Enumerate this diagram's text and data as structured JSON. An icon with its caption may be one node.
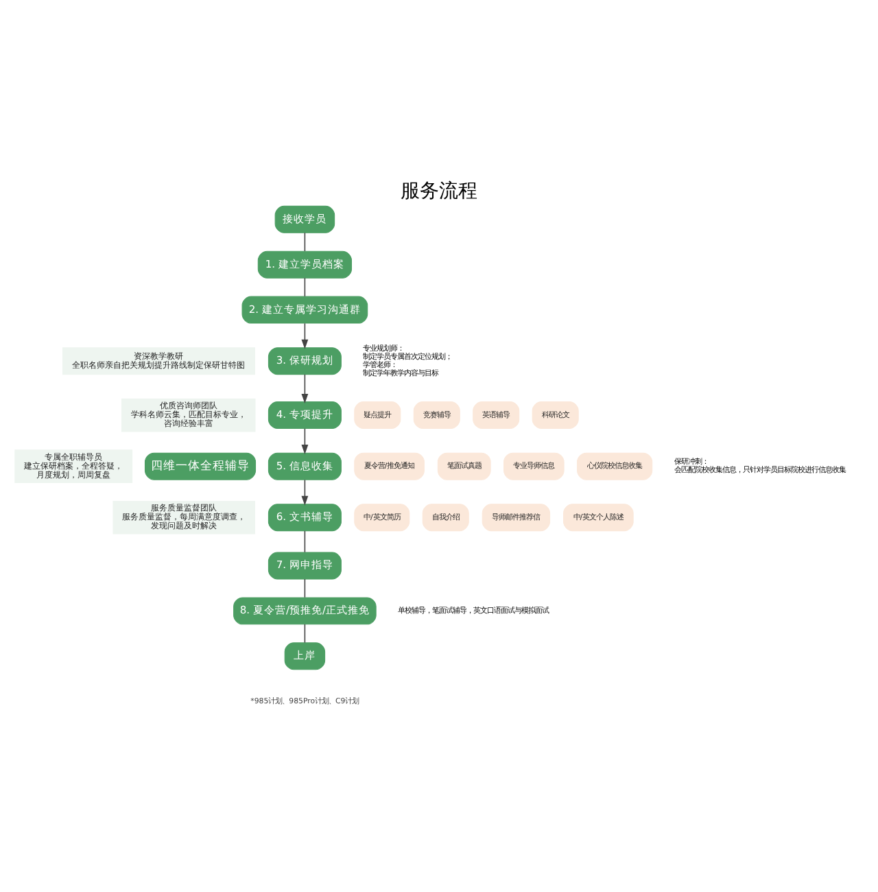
{
  "diagram": {
    "title": "服务流程",
    "nodes": [
      {
        "text": [
          "接收学员"
        ]
      },
      {
        "text": [
          "1. 建立学员档案"
        ]
      },
      {
        "text": [
          "2. 建立专属学习沟通群"
        ]
      },
      {
        "text": [
          "3. 保研规划"
        ],
        "beside": [
          "专业规划师：",
          "制定学员专属首次定位规划；",
          "学管老师：",
          "制定学年教学内容与目标"
        ]
      },
      {
        "text": [
          "疑点提升"
        ]
      },
      {
        "text": [
          "竞赛辅导"
        ]
      },
      {
        "text": [
          "英语辅导"
        ]
      },
      {
        "text": [
          "科研论文"
        ]
      },
      {
        "text": [
          "4. 专项提升"
        ]
      },
      {
        "text": [
          "夏令营/推免通知"
        ]
      },
      {
        "text": [
          "笔面试真题"
        ]
      },
      {
        "text": [
          "专业导师信息"
        ]
      },
      {
        "text": [
          "心仪院校信息收集"
        ]
      },
      {
        "text": [
          "5. 信息收集"
        ],
        "beside": [
          "保研冲刺：",
          "会匹配院校收集信息，只针对学员目标院校进行信息收集"
        ]
      },
      {
        "text": [
          "中/英文简历"
        ]
      },
      {
        "text": [
          "自我介绍"
        ]
      },
      {
        "text": [
          "导师邮件推荐信"
        ]
      },
      {
        "text": [
          "中/英文个人陈述"
        ]
      },
      {
        "text": [
          "6. 文书辅导"
        ]
      },
      {
        "text": [
          "7. 网申指导"
        ]
      },
      {
        "text": [
          "8. 夏令营/预推免/正式推免"
        ],
        "beside": [
          "单校辅导，笔面试辅导，英文口语面试与模拟面试"
        ]
      },
      {
        "text": [
          "上岸"
        ]
      },
      {
        "text": [
          "资深教学教研",
          "全职名师亲自把关规划提升路线制定保研甘特图"
        ]
      },
      {
        "text": [
          "优质咨询师团队",
          "学科名师云集，匹配目标专业，咨询经验丰富"
        ]
      },
      {
        "text": [
          "专属全职辅导员",
          "建立保研档案，全程答疑，月度规划，周周复盘"
        ]
      },
      {
        "text": [
          "服务质量监督团队",
          "服务质量监督，每周满意度调查，发现问题及时解决"
        ]
      },
      {
        "text": [
          "四维一体全程辅导"
        ]
      }
    ],
    "edges": [
      {
        "from": 0,
        "to": 1,
        "arrow": "none"
      },
      {
        "from": 1,
        "to": 2,
        "arrow": "none"
      },
      {
        "from": 2,
        "to": 3,
        "arrow": "to"
      },
      {
        "from": 3,
        "to": 8,
        "arrow": "to"
      },
      {
        "from": 8,
        "to": 13,
        "arrow": "to"
      },
      {
        "from": 13,
        "to": 18,
        "arrow": "to"
      },
      {
        "from": 18,
        "to": 19,
        "arrow": "none"
      },
      {
        "from": 19,
        "to": 20,
        "arrow": "none"
      },
      {
        "from": 20,
        "to": 21,
        "arrow": "none"
      }
    ],
    "labels": [
      "*985计划、985Pro计划、C9计划"
    ]
  }
}
